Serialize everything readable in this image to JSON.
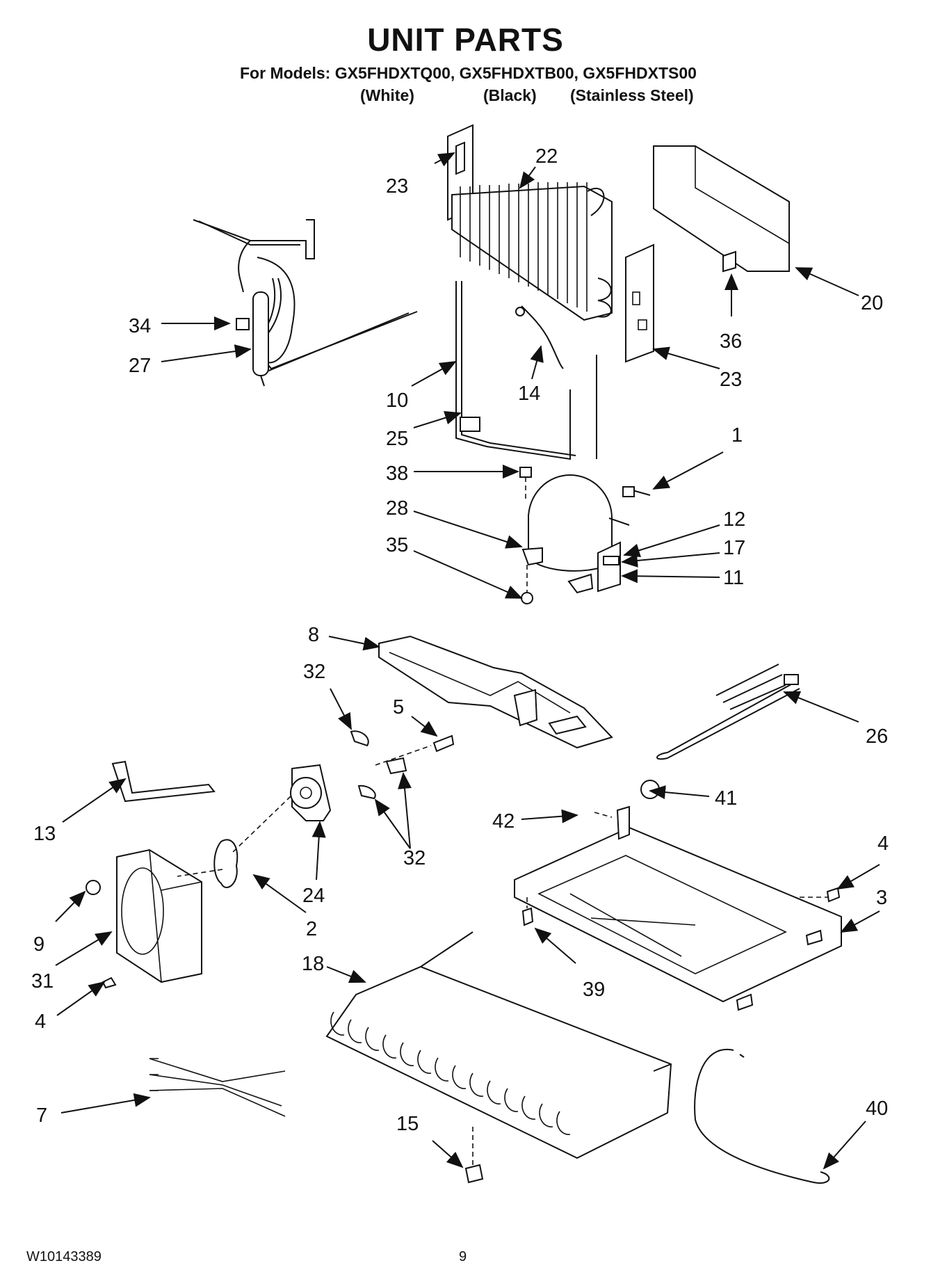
{
  "header": {
    "title": "UNIT PARTS",
    "models": "For Models: GX5FHDXTQ00, GX5FHDXTB00, GX5FHDXTS00",
    "variants": [
      "(White)",
      "(Black)",
      "(Stainless Steel)"
    ]
  },
  "callouts": [
    "1",
    "2",
    "3",
    "4",
    "4",
    "5",
    "7",
    "8",
    "9",
    "10",
    "11",
    "12",
    "13",
    "14",
    "15",
    "17",
    "18",
    "20",
    "22",
    "23",
    "23",
    "24",
    "25",
    "26",
    "27",
    "28",
    "31",
    "32",
    "32",
    "34",
    "35",
    "36",
    "38",
    "39",
    "40",
    "41",
    "42"
  ],
  "footer": {
    "doc_number": "W10143389",
    "page_number": "9"
  }
}
